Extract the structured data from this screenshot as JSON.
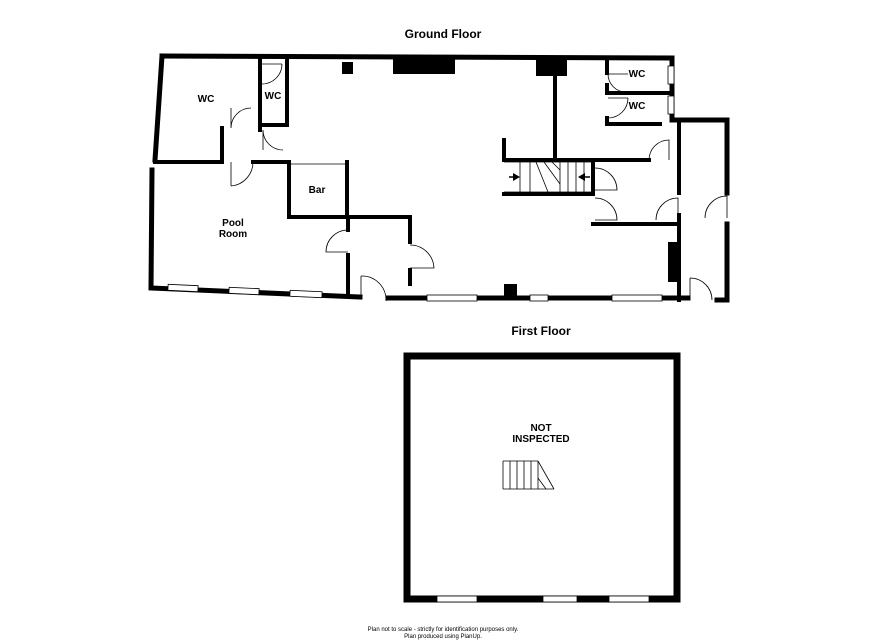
{
  "titles": {
    "ground_floor": "Ground Floor",
    "first_floor": "First Floor"
  },
  "rooms": {
    "wc_1": "WC",
    "wc_2": "WC",
    "wc_3": "WC",
    "wc_4": "WC",
    "bar": "Bar",
    "pool_room_line1": "Pool",
    "pool_room_line2": "Room",
    "not_inspected_line1": "NOT",
    "not_inspected_line2": "INSPECTED"
  },
  "footer": {
    "line1": "Plan not to scale - strictly for identification purposes only.",
    "line2": "Plan produced using PlanUp."
  },
  "colors": {
    "wall": "#000000",
    "background": "#ffffff"
  }
}
